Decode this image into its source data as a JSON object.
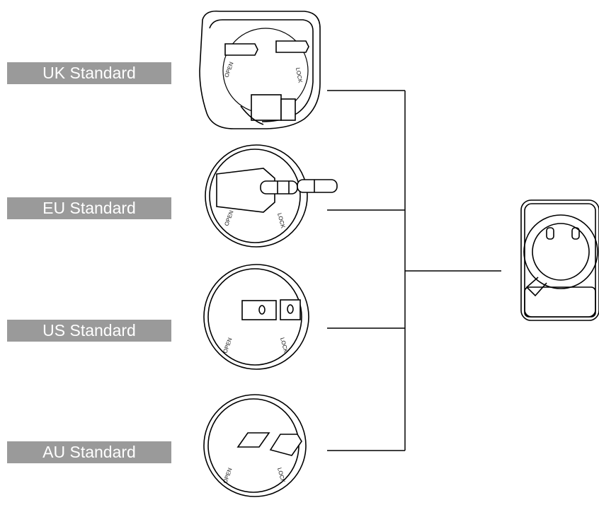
{
  "labels": {
    "uk": "UK Standard",
    "eu": "EU Standard",
    "us": "US Standard",
    "au": "AU Standard"
  },
  "plug_marks": {
    "open": "OPEN",
    "lock": "LOCK"
  },
  "colors": {
    "label_bg": "#9a9a9a",
    "label_text": "#ffffff",
    "line": "#000000"
  }
}
